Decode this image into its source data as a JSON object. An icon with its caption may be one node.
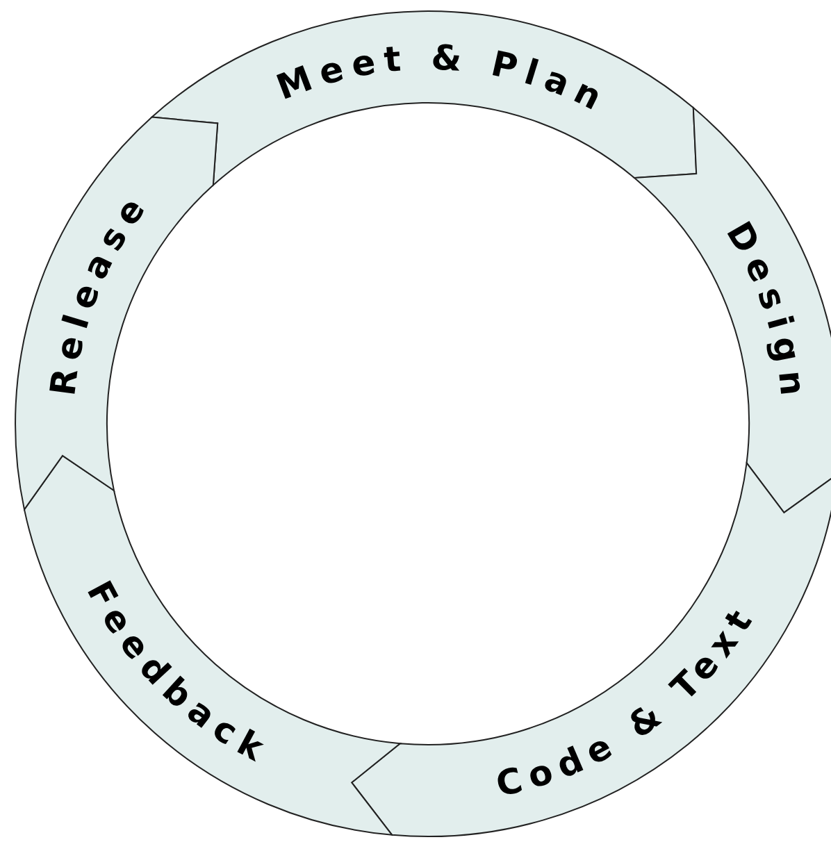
{
  "diagram": {
    "nodes": [
      {
        "text": [
          "Meet & Plan"
        ]
      },
      {
        "text": [
          "Design"
        ]
      },
      {
        "text": [
          "Code & Text"
        ]
      },
      {
        "text": [
          "Feedback"
        ]
      },
      {
        "text": [
          "Release"
        ]
      }
    ]
  }
}
